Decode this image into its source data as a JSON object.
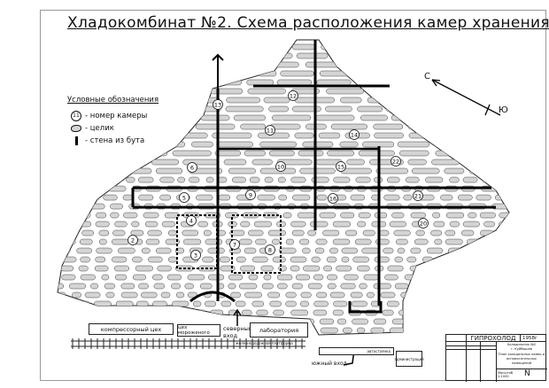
{
  "title": "Хладокомбинат №2. Схема расположения камер хранения.",
  "legend": {
    "heading": "Условные обозначения",
    "items": [
      {
        "symbol": "11",
        "label": "- номер камеры"
      },
      {
        "symbol": "pillar",
        "label": "- целик"
      },
      {
        "symbol": "wall",
        "label": "- стена из бута"
      }
    ]
  },
  "compass": {
    "north_label": "С",
    "south_label": "Ю"
  },
  "chambers": [
    "2",
    "3",
    "4",
    "5",
    "6",
    "7",
    "8",
    "9",
    "10",
    "11",
    "12",
    "13",
    "14",
    "15",
    "16",
    "20",
    "21",
    "22"
  ],
  "buildings": {
    "compressor": "компрессорный цех",
    "icecream": "цех мороженого",
    "lab": "лаборатория",
    "parking": "автостоянка",
    "admin": "администрация"
  },
  "labels": {
    "north_entrance": "северный вход",
    "south_entrance": "южный вход",
    "platform": "железнодорожная платформа"
  },
  "title_block": {
    "org": "ГИПРОХОЛОД",
    "year": "1958г",
    "object": "Холодильник №2",
    "place": "г. Куйбышев",
    "sheet_title": "План холодильных камер и вспомогательных помещений",
    "scale": "Масштаб 1:1000",
    "sheet": "N"
  },
  "colors": {
    "pillar": "#d4d4d4",
    "wall": "#000000",
    "frame": "#999999"
  }
}
